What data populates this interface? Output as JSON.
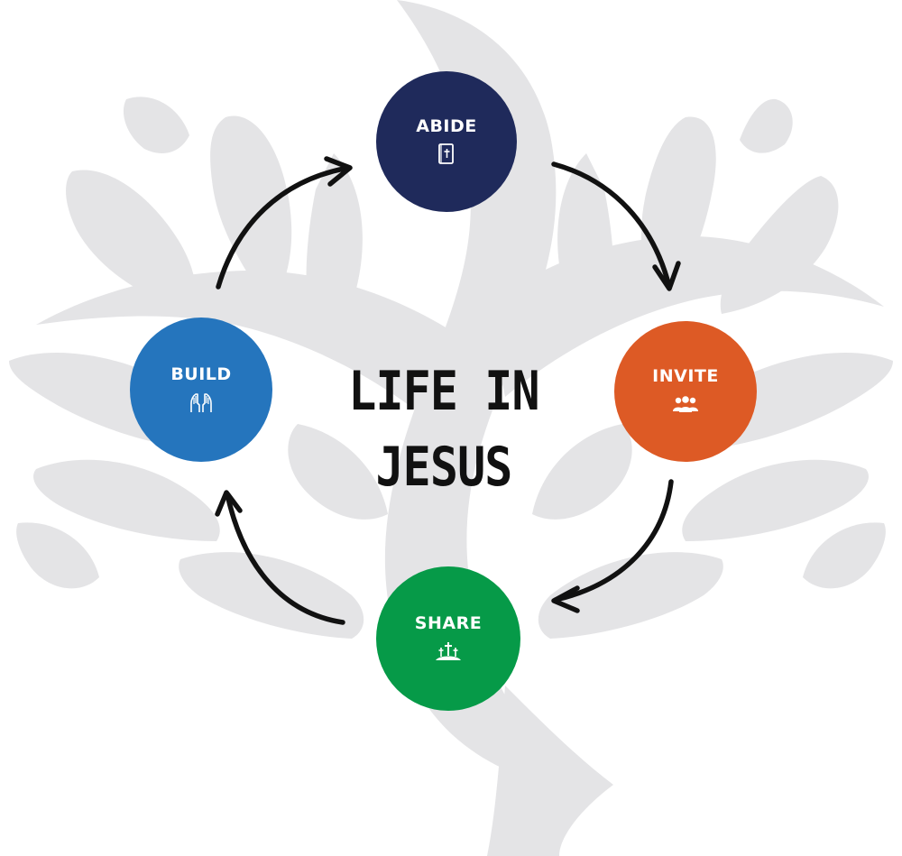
{
  "title": "LIFE IN JESUS",
  "colors": {
    "tree": "#e4e4e6",
    "arrow": "#111111",
    "abide": "#1f2a5b",
    "invite": "#dd5a25",
    "share": "#069a48",
    "build": "#2575bd"
  },
  "nodes": {
    "abide": {
      "label": "ABIDE",
      "icon": "bible-icon"
    },
    "invite": {
      "label": "INVITE",
      "icon": "people-icon"
    },
    "share": {
      "label": "SHARE",
      "icon": "crosses-icon"
    },
    "build": {
      "label": "BUILD",
      "icon": "praying-hands-icon"
    }
  }
}
